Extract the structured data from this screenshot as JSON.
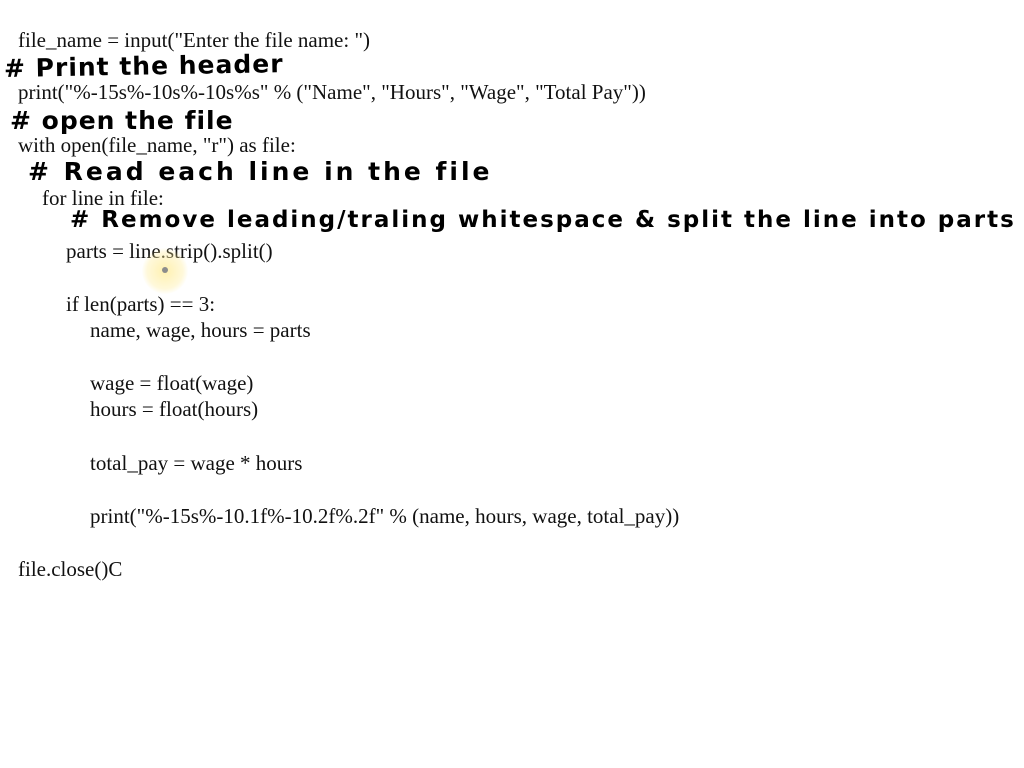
{
  "code": {
    "line1": "file_name = input(\"Enter the file name: \")",
    "line2": "print(\"%-15s%-10s%-10s%s\" % (\"Name\", \"Hours\", \"Wage\", \"Total Pay\"))",
    "line3": "with open(file_name, \"r\") as file:",
    "line4": "for line in file:",
    "line5": "parts = line.strip().split()",
    "line6": "if len(parts) == 3:",
    "line7": "name, wage, hours = parts",
    "line8": "wage = float(wage)",
    "line9": "hours = float(hours)",
    "line10": "total_pay = wage * hours",
    "line11": "print(\"%-15s%-10.1f%-10.2f%.2f\" % (name, hours, wage, total_pay))",
    "line12": "file.close()C"
  },
  "annotations": {
    "a1": "# Print the header",
    "a2": "# open the file",
    "a3": "# Read each line in the file",
    "a4": "# Remove leading/traling whitespace & split the line into parts"
  }
}
